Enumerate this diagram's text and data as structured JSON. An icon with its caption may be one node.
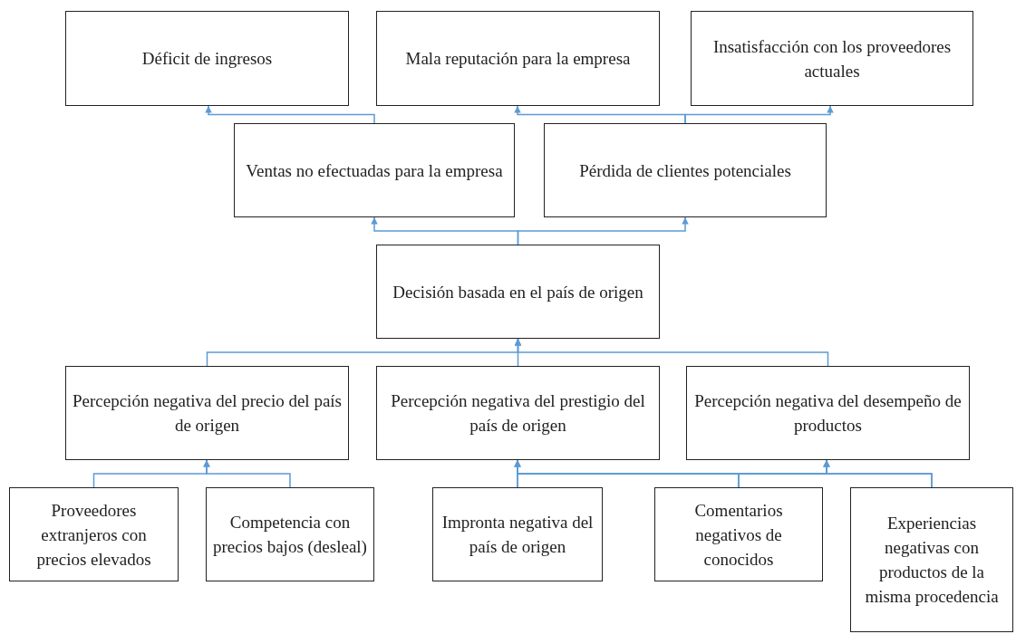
{
  "diagram": {
    "nodes": [
      {
        "text": [
          "Déficit de ingresos"
        ]
      },
      {
        "text": [
          "Mala reputación para la empresa"
        ]
      },
      {
        "text": [
          "Insatisfacción con los proveedores actuales"
        ]
      },
      {
        "text": [
          "Ventas no efectuadas para la empresa"
        ]
      },
      {
        "text": [
          "Pérdida de clientes potenciales"
        ]
      },
      {
        "text": [
          "Decisión basada en el país de origen"
        ]
      },
      {
        "text": [
          "Percepción negativa del precio del país de origen"
        ]
      },
      {
        "text": [
          "Percepción negativa del prestigio del país de origen"
        ]
      },
      {
        "text": [
          "Percepción negativa del desempeño de productos"
        ]
      },
      {
        "text": [
          "Proveedores extranjeros con precios elevados"
        ]
      },
      {
        "text": [
          "Competencia con precios bajos (desleal)"
        ]
      },
      {
        "text": [
          "Impronta negativa del país de origen"
        ]
      },
      {
        "text": [
          "Comentarios negativos de conocidos"
        ]
      },
      {
        "text": [
          "Experiencias negativas con productos de la misma procedencia"
        ]
      }
    ],
    "edges": [
      {
        "from": 3,
        "to": 0,
        "arrow": "to"
      },
      {
        "from": 4,
        "to": 1,
        "arrow": "to"
      },
      {
        "from": 4,
        "to": 2,
        "arrow": "to"
      },
      {
        "from": 5,
        "to": 3,
        "arrow": "to"
      },
      {
        "from": 5,
        "to": 4,
        "arrow": "to"
      },
      {
        "from": 6,
        "to": 5,
        "arrow": "to"
      },
      {
        "from": 7,
        "to": 5,
        "arrow": "to"
      },
      {
        "from": 8,
        "to": 5,
        "arrow": "to"
      },
      {
        "from": 9,
        "to": 6,
        "arrow": "to"
      },
      {
        "from": 10,
        "to": 6,
        "arrow": "to"
      },
      {
        "from": 11,
        "to": 7,
        "arrow": "to"
      },
      {
        "from": 12,
        "to": 7,
        "arrow": "to"
      },
      {
        "from": 13,
        "to": 7,
        "arrow": "to"
      },
      {
        "from": 11,
        "to": 8,
        "arrow": "to"
      },
      {
        "from": 12,
        "to": 8,
        "arrow": "to"
      },
      {
        "from": 13,
        "to": 8,
        "arrow": "to"
      }
    ]
  }
}
